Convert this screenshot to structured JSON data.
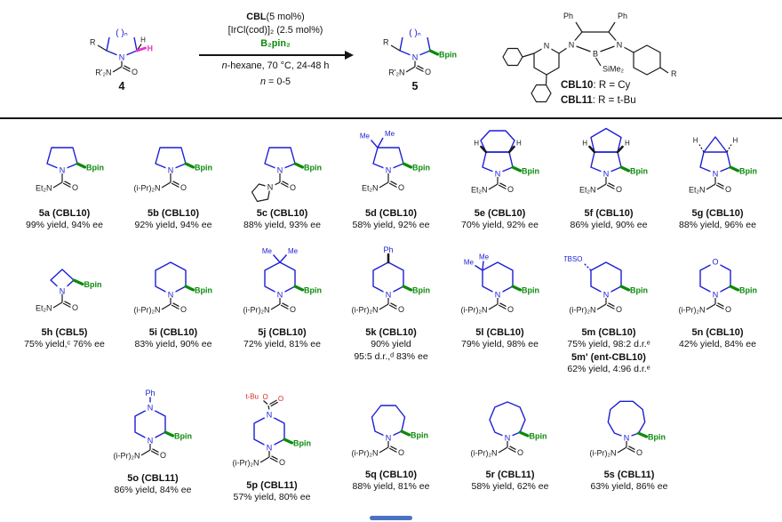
{
  "colors": {
    "ring_blue": "#1d1dd6",
    "bpin_green": "#0c8a0c",
    "h_magenta": "#e23ac8",
    "boc_red": "#d42a1e"
  },
  "common": {
    "N": "N",
    "O": "O",
    "B": "B",
    "H": "H",
    "Bpin": "Bpin"
  },
  "scheme": {
    "reactant": {
      "num": "4",
      "r": "R",
      "h": "H",
      "amine": "R'₂N",
      "bracket": "( )ₙ"
    },
    "product": {
      "num": "5",
      "r": "R",
      "amine": "R'₂N",
      "bracket": "( )ₙ"
    },
    "conditions": {
      "cat_bold": "CBL",
      "cat_rest": "(5 mol%)",
      "line2": "[IrCl(cod)]₂ (2.5 mol%)",
      "boron": "B₂pin₂",
      "solvent_i": "n",
      "solvent_rest": "-hexane, 70 °C, 24-48 h",
      "n_i": "n",
      "n_rest": " = 0-5"
    },
    "catalyst": {
      "ph1": "Ph",
      "ph2": "Ph",
      "si": "SiMe₂",
      "r": "R",
      "label1_name": "CBL10",
      "label1_rest": ": R = Cy",
      "label2_name": "CBL11",
      "label2_rest": ": R = t-Bu"
    }
  },
  "compounds": [
    {
      "title": "5a (CBL10)",
      "res1": "99% yield, 94% ee",
      "amine": "Et₂N"
    },
    {
      "title": "5b (CBL10)",
      "res1": "92% yield, 94% ee",
      "amine": "(i-Pr)₂N"
    },
    {
      "title": "5c (CBL10)",
      "res1": "88% yield, 93% ee"
    },
    {
      "title": "5d (CBL10)",
      "res1": "58% yield, 92% ee",
      "amine": "Et₂N",
      "sub1": "Me",
      "sub2": "Me"
    },
    {
      "title": "5e (CBL10)",
      "res1": "70% yield, 92% ee",
      "amine": "Et₂N",
      "sub1": "H",
      "sub2": "H"
    },
    {
      "title": "5f (CBL10)",
      "res1": "86% yield, 90% ee",
      "amine": "Et₂N",
      "sub1": "H",
      "sub2": "H"
    },
    {
      "title": "5g (CBL10)",
      "res1": "88% yield, 96% ee",
      "amine": "Et₂N",
      "sub1": "H",
      "sub2": "H"
    },
    {
      "title": "5h (CBL5)",
      "res1": "75% yield,ᶜ 76% ee",
      "amine": "Et₂N"
    },
    {
      "title": "5i (CBL10)",
      "res1": "83% yield, 90% ee",
      "amine": "(i-Pr)₂N"
    },
    {
      "title": "5j (CBL10)",
      "res1": "72% yield, 81% ee",
      "amine": "(i-Pr)₂N",
      "sub1": "Me",
      "sub2": "Me"
    },
    {
      "title": "5k (CBL10)",
      "res1": "90% yield",
      "res2": "95:5 d.r.,ᵈ 83% ee",
      "amine": "(i-Pr)₂N",
      "sub1": "Ph"
    },
    {
      "title": "5l (CBL10)",
      "res1": "79% yield, 98% ee",
      "amine": "(i-Pr)₂N",
      "sub1": "Me",
      "sub2": "Me"
    },
    {
      "title": "5m (CBL10)",
      "res1": "75% yield, 98:2 d.r.ᵉ",
      "title2": "5m' (ent-CBL10)",
      "res2": "62% yield, 4:96 d.r.ᵉ",
      "amine": "(i-Pr)₂N",
      "sub1": "TBSO"
    },
    {
      "title": "5n (CBL10)",
      "res1": "42% yield, 84% ee",
      "amine": "(i-Pr)₂N"
    },
    {
      "title": "5o (CBL11)",
      "res1": "86% yield, 84% ee",
      "amine": "(i-Pr)₂N",
      "sub1": "Ph"
    },
    {
      "title": "5p (CBL11)",
      "res1": "57% yield, 80% ee",
      "amine": "(i-Pr)₂N",
      "sub1": "t-Bu",
      "sub2": "O"
    },
    {
      "title": "5q (CBL10)",
      "res1": "88% yield, 81% ee",
      "amine": "(i-Pr)₂N"
    },
    {
      "title": "5r (CBL11)",
      "res1": "58% yield, 62% ee",
      "amine": "(i-Pr)₂N"
    },
    {
      "title": "5s (CBL11)",
      "res1": "63% yield, 86% ee",
      "amine": "(i-Pr)₂N"
    }
  ]
}
